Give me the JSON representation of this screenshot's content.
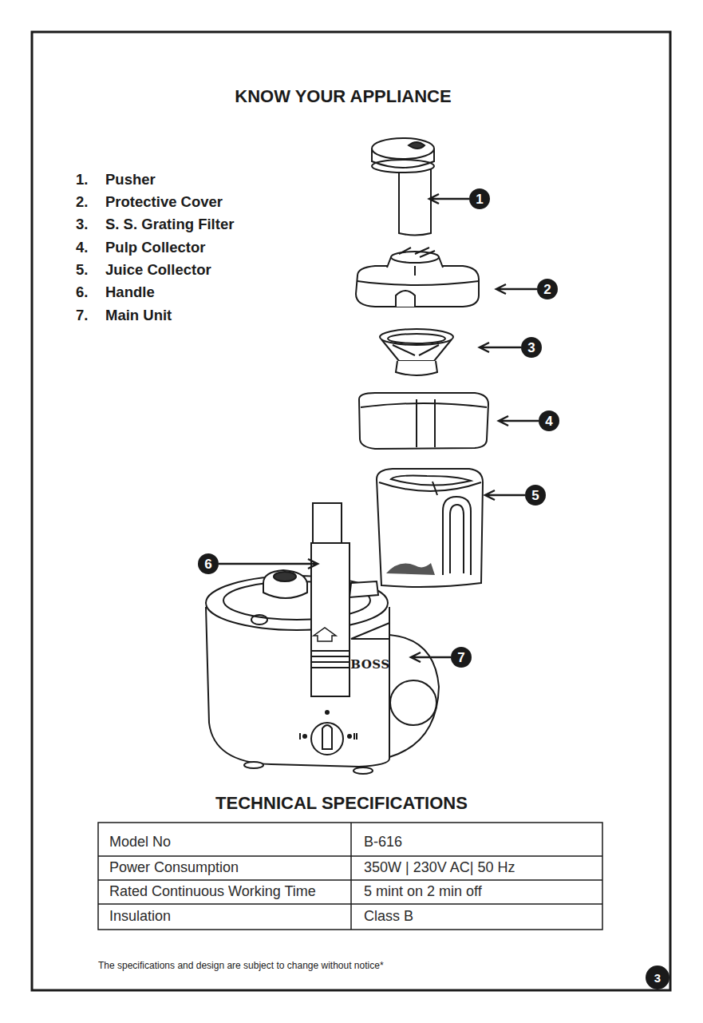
{
  "diagram": {
    "title": "KNOW YOUR APPLIANCE",
    "labels": [
      "1.",
      "Pusher",
      "2.",
      "Protective Cover",
      "3.",
      "S. S. Grating Filter",
      "4.",
      "Pulp Collector",
      "5.",
      "Juice Collector",
      "6.",
      "Handle",
      "7.",
      "Main Unit",
      "1",
      "2",
      "3",
      "4",
      "5",
      "6",
      "7",
      "BOSS",
      "TECHNICAL SPECIFICATIONS",
      "Model No",
      "B-616",
      "Power Consumption",
      "350W | 230V AC| 50 Hz",
      "Rated Continuous Working Time",
      "5 mint on 2 min off",
      "Insulation",
      "Class B",
      "The specifications and design are subject to change without notice*",
      "3"
    ]
  }
}
